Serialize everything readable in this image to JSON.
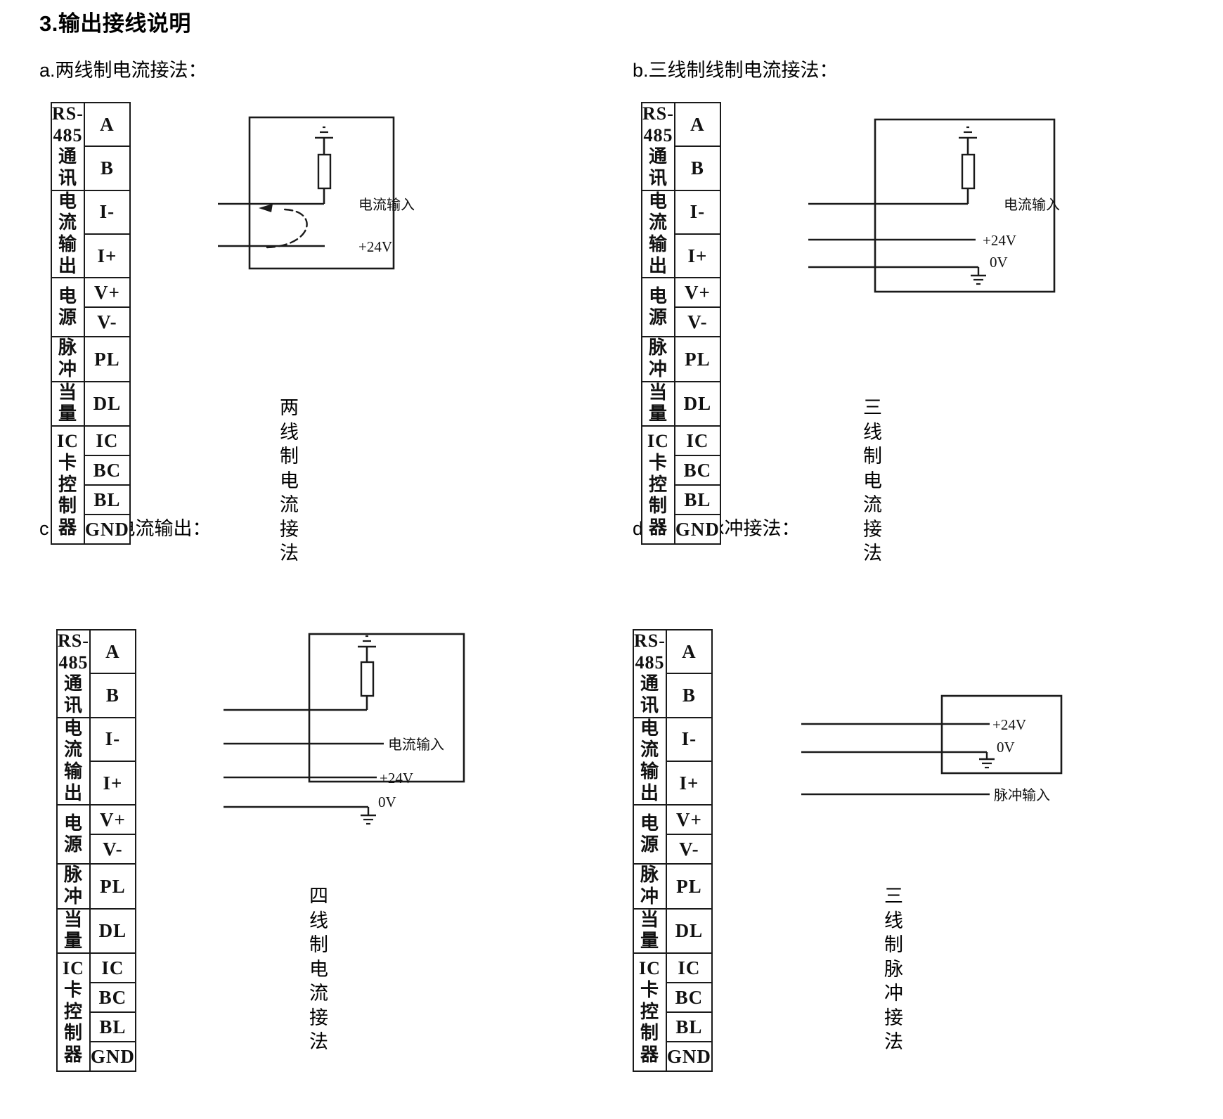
{
  "document": {
    "title": "3.输出接线说明"
  },
  "terminal_table": {
    "groups": [
      {
        "label": "RS-485\n通讯",
        "pins": [
          "A",
          "B"
        ]
      },
      {
        "label": "电流\n输出",
        "pins": [
          "I-",
          "I+"
        ]
      },
      {
        "label": "电源",
        "pins": [
          "V+",
          "V-"
        ]
      },
      {
        "label": "脉冲",
        "pins": [
          "PL"
        ]
      },
      {
        "label": "当量",
        "pins": [
          "DL"
        ]
      },
      {
        "label": "IC卡\n控制器",
        "pins": [
          "IC",
          "BC",
          "BL",
          "GND"
        ]
      }
    ]
  },
  "panels": [
    {
      "id": "a",
      "heading": "a.两线制电流接法：",
      "caption": "两线制电\n流接法",
      "schematic": {
        "type": "two-wire-current",
        "labels": {
          "current_input": "电流输入",
          "supply_24v": "+24V"
        },
        "connections": [
          {
            "from_pin": "I+",
            "to": "电流输入"
          },
          {
            "from_pin": "V+",
            "to": "+24V"
          }
        ],
        "has_loop_arrow": true,
        "has_resistor": true,
        "has_ground_symbol": true
      }
    },
    {
      "id": "b",
      "heading": "b.三线制线制电流接法：",
      "caption": "三线制电\n流接法",
      "schematic": {
        "type": "three-wire-current",
        "labels": {
          "current_input": "电流输入",
          "supply_24v": "+24V",
          "ground_0v": "0V"
        },
        "connections": [
          {
            "from_pin": "I+",
            "to": "电流输入"
          },
          {
            "from_pin": "V+",
            "to": "+24V"
          },
          {
            "from_pin": "V-",
            "to": "0V"
          }
        ],
        "has_loop_arrow": false,
        "has_resistor": true,
        "has_ground_symbol": true
      }
    },
    {
      "id": "c",
      "heading": "c. 四线制电流输出：",
      "caption": "四线制电\n流接法",
      "schematic": {
        "type": "four-wire-current",
        "labels": {
          "current_input": "电流输入",
          "supply_24v": "+24V",
          "ground_0v": "0V"
        },
        "connections": [
          {
            "from_pin": "I-",
            "to": "resistor-top"
          },
          {
            "from_pin": "I+",
            "to": "电流输入"
          },
          {
            "from_pin": "V+",
            "to": "+24V"
          },
          {
            "from_pin": "V-",
            "to": "0V"
          }
        ],
        "has_loop_arrow": false,
        "has_resistor": true,
        "has_ground_symbol": true
      }
    },
    {
      "id": "d",
      "heading": "d.三线制脉冲接法：",
      "caption": "三线制脉\n冲接法",
      "schematic": {
        "type": "three-wire-pulse",
        "labels": {
          "supply_24v": "+24V",
          "ground_0v": "0V",
          "pulse_input": "脉冲输入"
        },
        "connections": [
          {
            "from_pin": "V+",
            "to": "+24V"
          },
          {
            "from_pin": "V-",
            "to": "0V"
          },
          {
            "from_pin": "PL",
            "to": "脉冲输入"
          }
        ],
        "has_loop_arrow": false,
        "has_resistor": false,
        "has_ground_symbol": true
      }
    }
  ],
  "colors": {
    "line": "#1a1a1a",
    "text": "#000000",
    "background": "#ffffff"
  }
}
